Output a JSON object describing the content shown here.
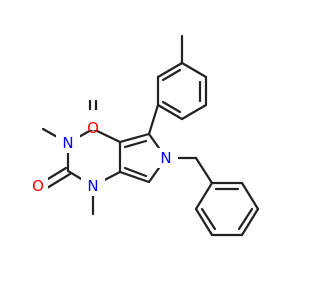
{
  "colors": {
    "bond": "#222222",
    "oxygen": "#ff0000",
    "nitrogen": "#0000ff",
    "background": "#ffffff"
  },
  "atom_labels": {
    "o_upper": "O",
    "o_lower": "O",
    "n3": "N",
    "n1": "N",
    "n6": "N"
  }
}
